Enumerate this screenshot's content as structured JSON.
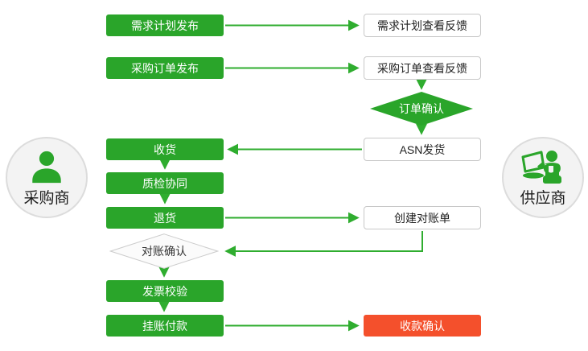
{
  "diagram": {
    "actors": {
      "buyer": {
        "label": "采购商",
        "icon": "buyer-person-icon"
      },
      "supplier": {
        "label": "供应商",
        "icon": "supplier-person-laptop-icon"
      }
    },
    "nodes": [
      {
        "id": "demand-plan-publish",
        "label": "需求计划发布",
        "type": "process-green"
      },
      {
        "id": "demand-plan-feedback",
        "label": "需求计划查看反馈",
        "type": "process-white"
      },
      {
        "id": "po-publish",
        "label": "采购订单发布",
        "type": "process-green"
      },
      {
        "id": "po-feedback",
        "label": "采购订单查看反馈",
        "type": "process-white"
      },
      {
        "id": "order-confirm",
        "label": "订单确认",
        "type": "decision-green"
      },
      {
        "id": "asn-ship",
        "label": "ASN发货",
        "type": "process-white"
      },
      {
        "id": "receive-goods",
        "label": "收货",
        "type": "process-green"
      },
      {
        "id": "quality-collab",
        "label": "质检协同",
        "type": "process-green"
      },
      {
        "id": "return-goods",
        "label": "退货",
        "type": "process-green"
      },
      {
        "id": "create-statement",
        "label": "创建对账单",
        "type": "process-white"
      },
      {
        "id": "statement-confirm",
        "label": "对账确认",
        "type": "decision-light"
      },
      {
        "id": "invoice-verify",
        "label": "发票校验",
        "type": "process-green"
      },
      {
        "id": "book-payment",
        "label": "挂账付款",
        "type": "process-green"
      },
      {
        "id": "receipt-confirm",
        "label": "收款确认",
        "type": "process-red"
      }
    ],
    "edges": [
      {
        "from": "demand-plan-publish",
        "to": "demand-plan-feedback"
      },
      {
        "from": "po-publish",
        "to": "po-feedback"
      },
      {
        "from": "po-feedback",
        "to": "order-confirm"
      },
      {
        "from": "order-confirm",
        "to": "asn-ship"
      },
      {
        "from": "asn-ship",
        "to": "receive-goods"
      },
      {
        "from": "receive-goods",
        "to": "quality-collab"
      },
      {
        "from": "quality-collab",
        "to": "return-goods"
      },
      {
        "from": "return-goods",
        "to": "create-statement"
      },
      {
        "from": "create-statement",
        "to": "statement-confirm"
      },
      {
        "from": "statement-confirm",
        "to": "invoice-verify"
      },
      {
        "from": "invoice-verify",
        "to": "book-payment"
      },
      {
        "from": "book-payment",
        "to": "receipt-confirm"
      }
    ],
    "colors": {
      "green": "#2aa52a",
      "line": "#2fad2f",
      "red": "#f4502c",
      "box_border": "#c8c8c8",
      "circle_fill": "#f3f3f3",
      "circle_border": "#dcdcdc",
      "decision_fill": "#fbfbfb",
      "decision_border": "#cccccc"
    }
  }
}
